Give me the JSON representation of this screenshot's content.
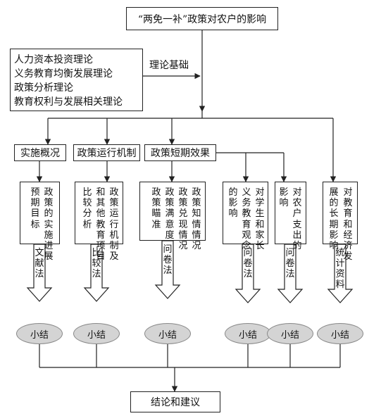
{
  "title": "“两免一补”政策对农户的影响",
  "theories": [
    "人力资本投资理论",
    "义务教育均衡发展理论",
    "政策分析理论",
    "教育权利与发展相关理论"
  ],
  "basis_label": "理论基础",
  "categories": [
    "实施概况",
    "政策运行机制",
    "政策短期效果"
  ],
  "details": {
    "implementation": [
      "政策的实施进展",
      "预期目标"
    ],
    "mechanism": [
      "政策运行机制及",
      "和其他教育项目",
      "比较分析"
    ],
    "short_term": [
      "政策知情情况",
      "政策兑现情况",
      "政策满意度",
      "政策瞄准"
    ],
    "family_concept": [
      "对学生和家长",
      "义务教育观念",
      "的影响"
    ],
    "household_expense": [
      "对农户支出的",
      "影响"
    ],
    "long_term": [
      "对教育和经济发",
      "展的长期影响"
    ]
  },
  "methods": [
    "文献法",
    "比较法",
    "问卷法",
    "问卷法",
    "问卷法",
    "统计资料"
  ],
  "summary_label": "小结",
  "conclusion": "结论和建议"
}
